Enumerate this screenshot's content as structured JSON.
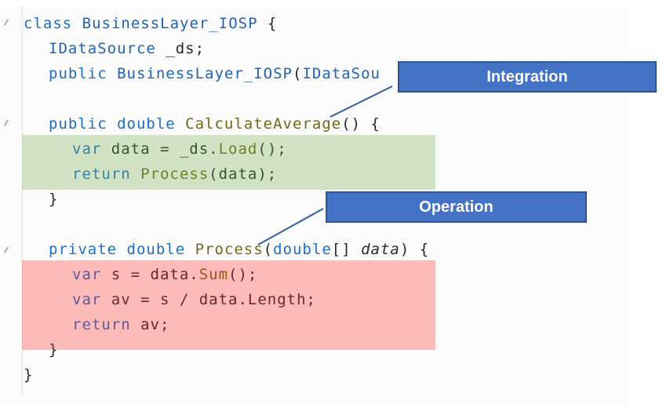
{
  "editor": {
    "background": "#FBFBFB",
    "language": "csharp",
    "fold_marker_lines": [
      "class BusinessLayer_IOSP",
      "CalculateAverage",
      "Process"
    ]
  },
  "syntax_colors": {
    "keyword": "#1F6FC4",
    "type": "#2262B8",
    "method": "#73691A",
    "default": "#24292E"
  },
  "highlights": {
    "integration_block_color": "rgba(112,173,71,0.30)",
    "operation_block_color": "rgba(255,40,30,0.30)"
  },
  "callouts": {
    "fill": "#4472C4",
    "border": "#2F5597",
    "text_color": "#FFFFFF",
    "integration": {
      "label": "Integration"
    },
    "operation": {
      "label": "Operation"
    }
  },
  "code": {
    "lines": [
      {
        "indent": 0,
        "tokens": [
          {
            "s": "kw",
            "t": "class "
          },
          {
            "s": "type",
            "t": "BusinessLayer_IOSP"
          },
          {
            "s": "plain",
            "t": " {"
          }
        ]
      },
      {
        "indent": 32,
        "tokens": [
          {
            "s": "type",
            "t": "IDataSource"
          },
          {
            "s": "plain",
            "t": " _ds;"
          }
        ]
      },
      {
        "indent": 32,
        "tokens": [
          {
            "s": "kw",
            "t": "public "
          },
          {
            "s": "type",
            "t": "BusinessLayer_IOSP"
          },
          {
            "s": "plain",
            "t": "("
          },
          {
            "s": "type",
            "t": "IDataSou"
          }
        ]
      },
      {
        "indent": 0,
        "tokens": []
      },
      {
        "indent": 32,
        "tokens": [
          {
            "s": "kw",
            "t": "public double "
          },
          {
            "s": "method",
            "t": "CalculateAverage"
          },
          {
            "s": "plain",
            "t": "() {"
          }
        ]
      },
      {
        "indent": 62,
        "tokens": [
          {
            "s": "kw",
            "t": "var "
          },
          {
            "s": "plain",
            "t": "data = _ds."
          },
          {
            "s": "method",
            "t": "Load"
          },
          {
            "s": "plain",
            "t": "();"
          }
        ]
      },
      {
        "indent": 62,
        "tokens": [
          {
            "s": "kw",
            "t": "return "
          },
          {
            "s": "method",
            "t": "Process"
          },
          {
            "s": "plain",
            "t": "(data);"
          }
        ]
      },
      {
        "indent": 32,
        "tokens": [
          {
            "s": "plain",
            "t": "}"
          }
        ]
      },
      {
        "indent": 0,
        "tokens": []
      },
      {
        "indent": 32,
        "tokens": [
          {
            "s": "kw",
            "t": "private double "
          },
          {
            "s": "method",
            "t": "Process"
          },
          {
            "s": "plain",
            "t": "("
          },
          {
            "s": "kw",
            "t": "double"
          },
          {
            "s": "plain",
            "t": "[] "
          },
          {
            "s": "param",
            "t": "data"
          },
          {
            "s": "plain",
            "t": ") {"
          }
        ]
      },
      {
        "indent": 62,
        "tokens": [
          {
            "s": "kw",
            "t": "var "
          },
          {
            "s": "plain",
            "t": "s = data."
          },
          {
            "s": "method",
            "t": "Sum"
          },
          {
            "s": "plain",
            "t": "();"
          }
        ]
      },
      {
        "indent": 62,
        "tokens": [
          {
            "s": "kw",
            "t": "var "
          },
          {
            "s": "plain",
            "t": "av = s / data.Length;"
          }
        ]
      },
      {
        "indent": 62,
        "tokens": [
          {
            "s": "kw",
            "t": "return "
          },
          {
            "s": "plain",
            "t": "av;"
          }
        ]
      },
      {
        "indent": 32,
        "tokens": [
          {
            "s": "plain",
            "t": "}"
          }
        ]
      },
      {
        "indent": 0,
        "tokens": [
          {
            "s": "plain",
            "t": "}"
          }
        ]
      }
    ]
  }
}
